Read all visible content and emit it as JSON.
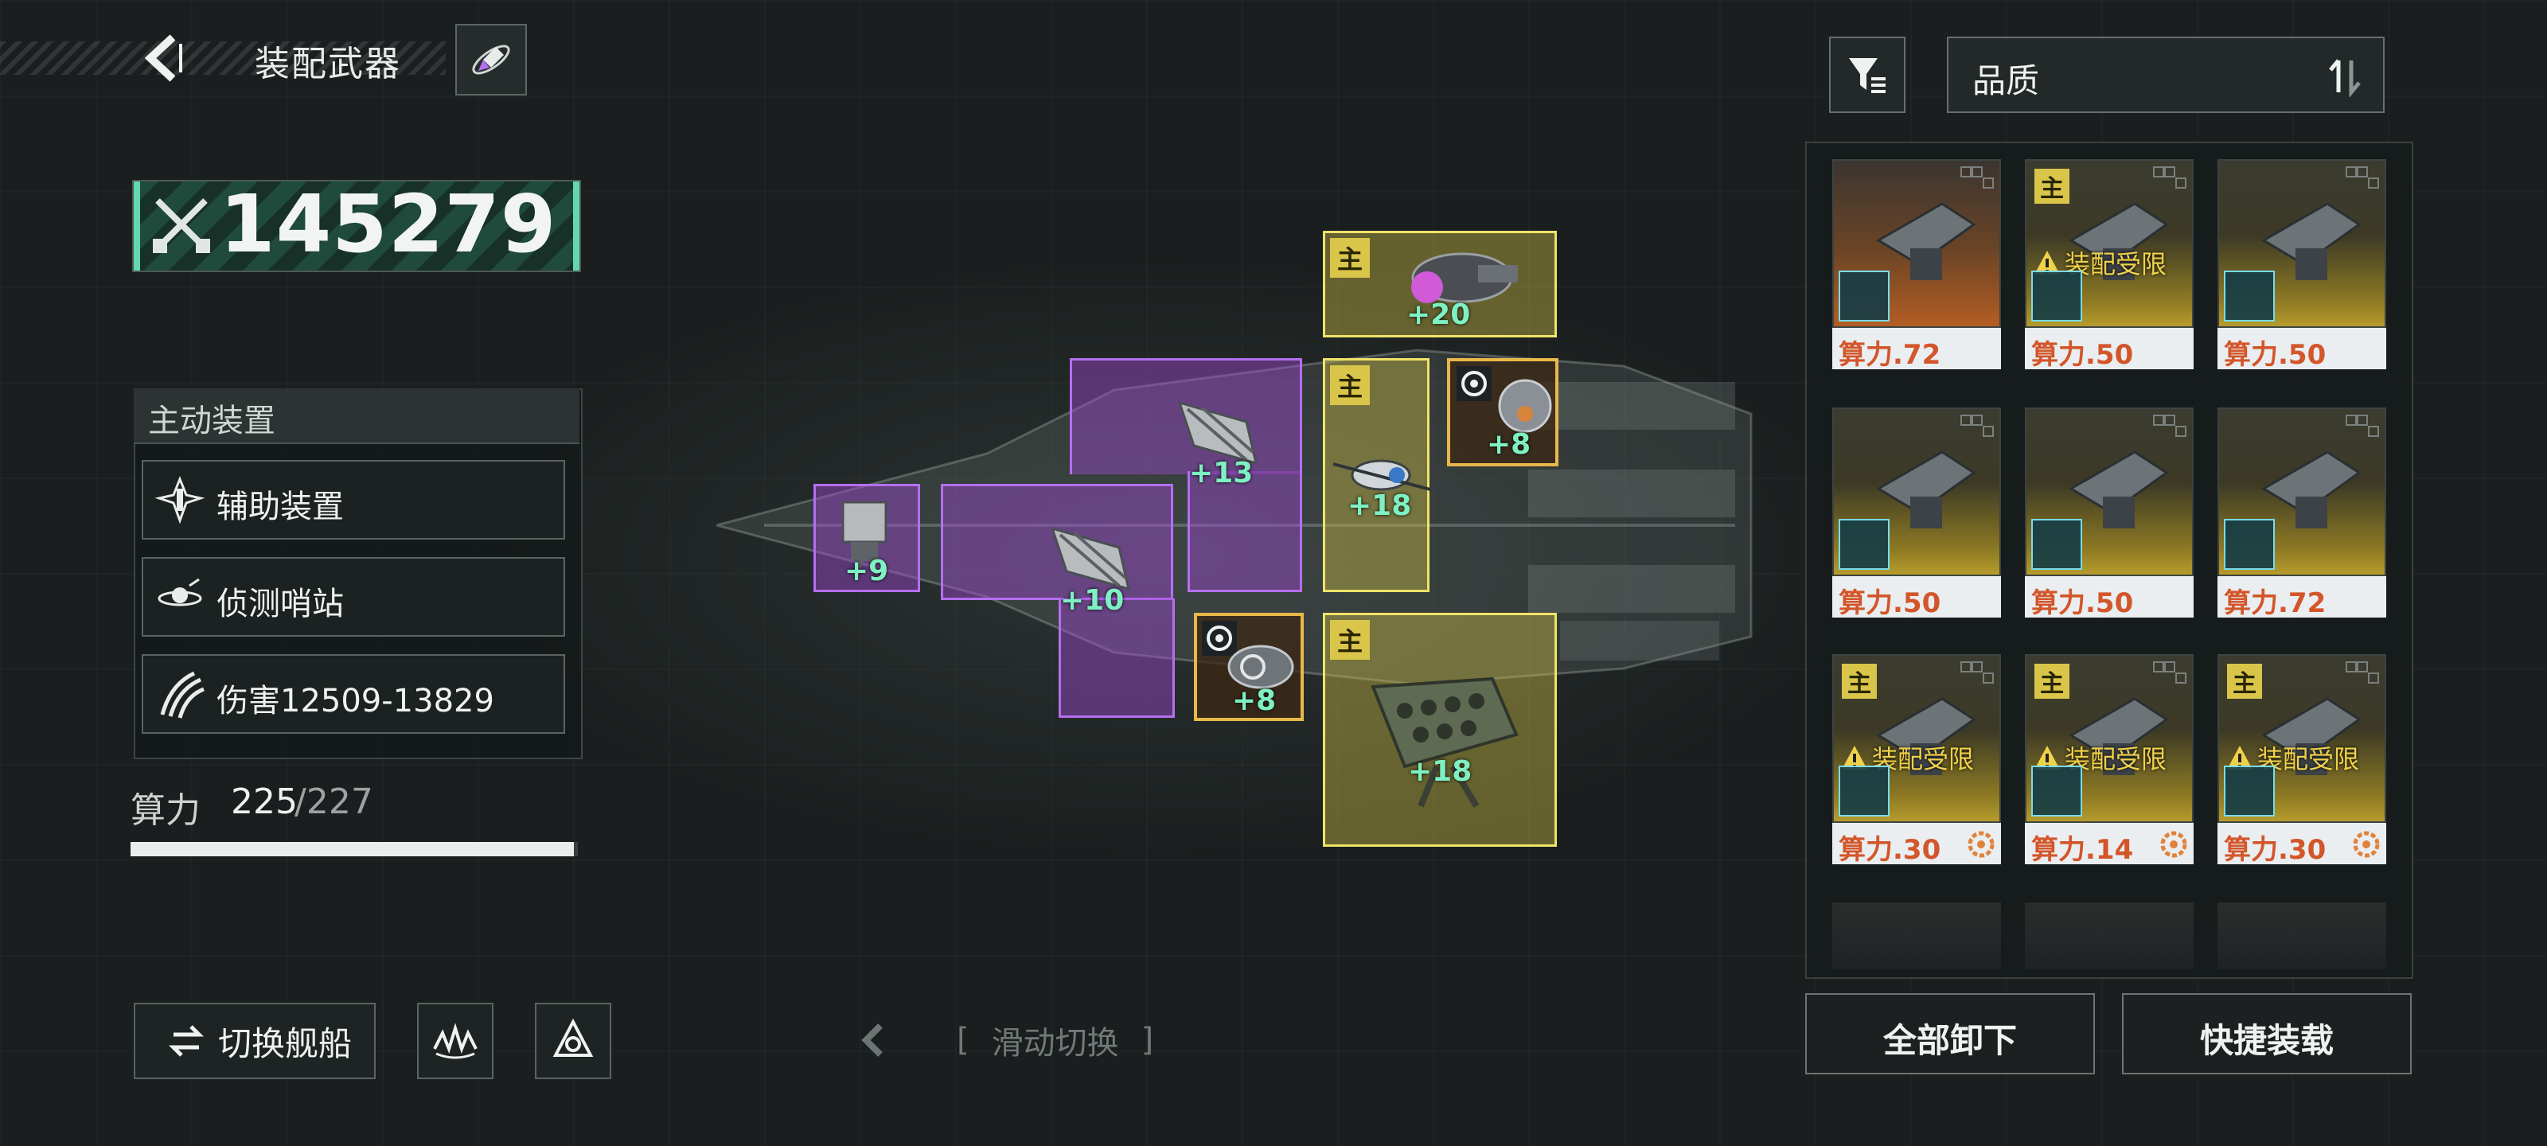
{
  "header": {
    "title": "装配武器",
    "back_icon": "chevron-left-icon",
    "ship_icon": "rocket-icon"
  },
  "power": {
    "value": "145279",
    "icon": "crossed-swords-icon"
  },
  "active_devices": {
    "title": "主动装置",
    "items": [
      {
        "label": "辅助装置",
        "icon": "support-device-icon"
      },
      {
        "label": "侦测哨站",
        "icon": "recon-outpost-icon"
      },
      {
        "label": "伤害12509-13829",
        "icon": "claw-damage-icon"
      }
    ]
  },
  "compute": {
    "label": "算力",
    "used": "225",
    "max": "/227",
    "fill_ratio": 0.991
  },
  "bottom_left": {
    "switch_ship": "切换舰船",
    "switch_icon": "swap-arrows-icon",
    "btn2_icon": "wave-emblem-icon",
    "btn3_icon": "fleet-emblem-icon"
  },
  "swipe_hint": {
    "left": "[",
    "text": "滑动切换",
    "right": "]"
  },
  "slots": [
    {
      "id": "top-main",
      "bonus": "+20",
      "main": "主"
    },
    {
      "id": "mid-main",
      "bonus": "+18",
      "main": "主"
    },
    {
      "id": "gold-top",
      "bonus": "+8"
    },
    {
      "id": "purple-upper",
      "bonus": "+13"
    },
    {
      "id": "purple-left",
      "bonus": "+9"
    },
    {
      "id": "purple-mid",
      "bonus": "+10"
    },
    {
      "id": "gold-bottom",
      "bonus": "+8"
    },
    {
      "id": "bottom-main",
      "bonus": "+18",
      "main": "主"
    }
  ],
  "sort": {
    "label": "品质",
    "filter_icon": "filter-icon",
    "sort_icon": "sort-arrows-icon"
  },
  "cards": [
    {
      "cost": "算力.72",
      "main": "",
      "restrict": "",
      "bg": "orange",
      "gear": false
    },
    {
      "cost": "算力.50",
      "main": "主",
      "restrict": "装配受限",
      "bg": "gold",
      "gear": false
    },
    {
      "cost": "算力.50",
      "main": "",
      "restrict": "",
      "bg": "gold",
      "gear": false
    },
    {
      "cost": "算力.50",
      "main": "",
      "restrict": "",
      "bg": "gold",
      "gear": false
    },
    {
      "cost": "算力.50",
      "main": "",
      "restrict": "",
      "bg": "gold",
      "gear": false
    },
    {
      "cost": "算力.72",
      "main": "",
      "restrict": "",
      "bg": "gold",
      "gear": false
    },
    {
      "cost": "算力.30",
      "main": "主",
      "restrict": "装配受限",
      "bg": "gold",
      "gear": true
    },
    {
      "cost": "算力.14",
      "main": "主",
      "restrict": "装配受限",
      "bg": "gold",
      "gear": true
    },
    {
      "cost": "算力.30",
      "main": "主",
      "restrict": "装配受限",
      "bg": "gold",
      "gear": true
    }
  ],
  "actions": {
    "unload_all": "全部卸下",
    "quick_equip": "快捷装载"
  },
  "colors": {
    "purple_slot": "#b46ff0",
    "yellow_slot": "#f0e36a",
    "gold_slot": "#e9b84a",
    "accent_green": "#63d7ae",
    "bonus_text": "#7ef0c2",
    "cost_text": "#d3562b"
  }
}
